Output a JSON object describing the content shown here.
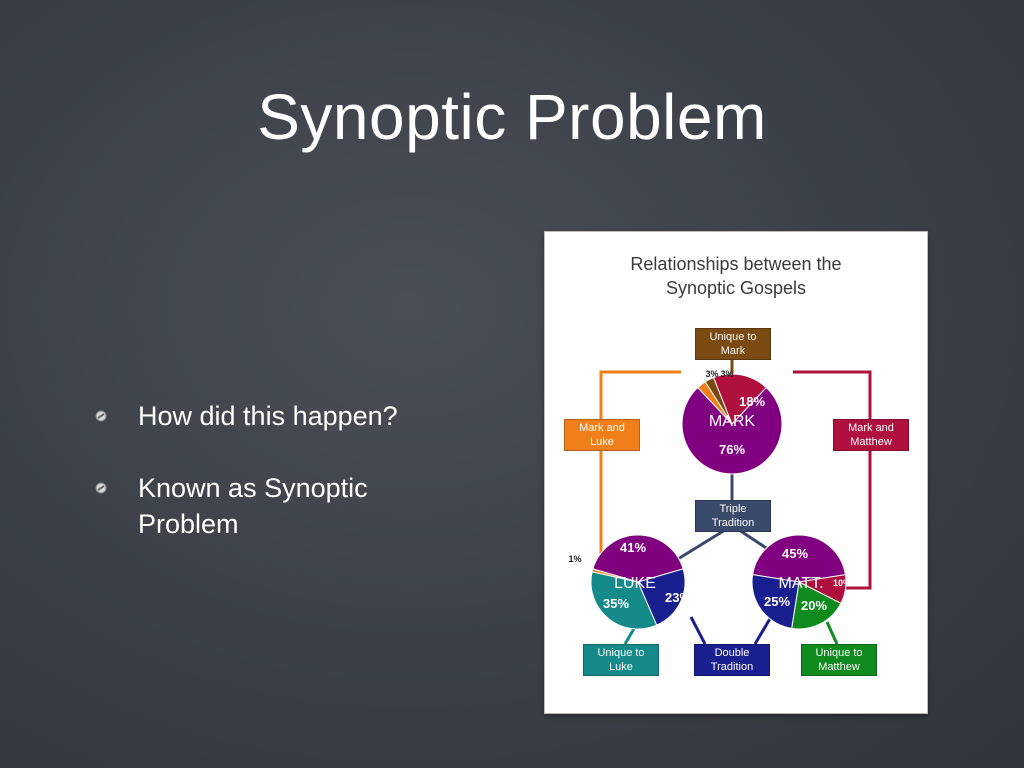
{
  "slide": {
    "title": "Synoptic Problem",
    "bullets": [
      {
        "text": "How did this happen?"
      },
      {
        "text": "Known as Synoptic Problem"
      }
    ]
  },
  "figure": {
    "title_line1": "Relationships between the",
    "title_line2": "Synoptic Gospels",
    "boxes": {
      "unique_mark_1": "Unique to",
      "unique_mark_2": "Mark",
      "mark_luke_1": "Mark and",
      "mark_luke_2": "Luke",
      "mark_matthew_1": "Mark and",
      "mark_matthew_2": "Matthew",
      "triple_1": "Triple",
      "triple_2": "Tradition",
      "unique_luke_1": "Unique to",
      "unique_luke_2": "Luke",
      "double_1": "Double",
      "double_2": "Tradition",
      "unique_matthew_1": "Unique to",
      "unique_matthew_2": "Matthew"
    },
    "colors": {
      "purple": "#800080",
      "orange": "#f07f1a",
      "brown": "#7a4a12",
      "crimson": "#b0103e",
      "teal": "#148a8a",
      "navy": "#1a1f8f",
      "green": "#0f8a1e",
      "slate": "#3a4a6b"
    }
  },
  "chart_data": [
    {
      "type": "pie",
      "title": "MARK",
      "slices": [
        {
          "label": "Triple Tradition",
          "value": 76,
          "color": "#800080"
        },
        {
          "label": "Unique to Mark",
          "value": 3,
          "color": "#f07f1a"
        },
        {
          "label": "Mark and Luke",
          "value": 3,
          "color": "#7a4a12"
        },
        {
          "label": "Mark and Matthew",
          "value": 18,
          "color": "#b0103e"
        }
      ],
      "value_labels": [
        "76%",
        "3%",
        "3%",
        "18%"
      ]
    },
    {
      "type": "pie",
      "title": "LUKE",
      "slices": [
        {
          "label": "Triple Tradition",
          "value": 41,
          "color": "#800080"
        },
        {
          "label": "Double Tradition",
          "value": 23,
          "color": "#1a1f8f"
        },
        {
          "label": "Unique to Luke",
          "value": 35,
          "color": "#148a8a"
        },
        {
          "label": "Mark and Luke",
          "value": 1,
          "color": "#f07f1a"
        }
      ],
      "value_labels": [
        "41%",
        "23%",
        "35%",
        "1%"
      ]
    },
    {
      "type": "pie",
      "title": "MATT.",
      "slices": [
        {
          "label": "Triple Tradition",
          "value": 45,
          "color": "#800080"
        },
        {
          "label": "Mark and Matthew",
          "value": 10,
          "color": "#b0103e"
        },
        {
          "label": "Unique to Matthew",
          "value": 20,
          "color": "#0f8a1e"
        },
        {
          "label": "Double Tradition",
          "value": 25,
          "color": "#1a1f8f"
        }
      ],
      "value_labels": [
        "45%",
        "10%",
        "20%",
        "25%"
      ]
    }
  ]
}
